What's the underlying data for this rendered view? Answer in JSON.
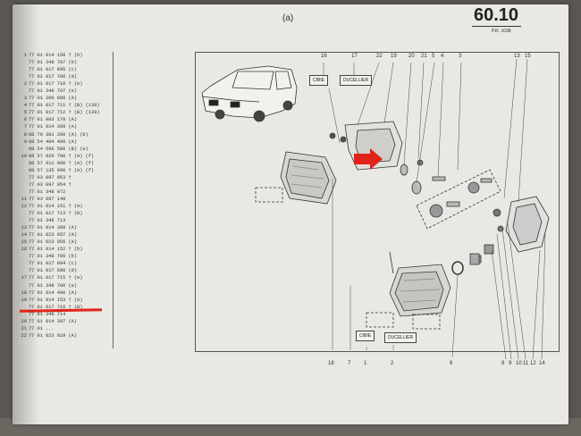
{
  "page": {
    "figure_label": "(a)",
    "section_number": "60.10",
    "section_sub": "P.R. 1038"
  },
  "parts_list": [
    {
      "n": "1",
      "text": "77 01 014 150 † (b)"
    },
    {
      "n": "",
      "text": "77 01 348 707 (b)"
    },
    {
      "n": "",
      "text": "77 01 017 895 (c)"
    },
    {
      "n": "",
      "text": "77 01 017 700 (d)"
    },
    {
      "n": "2",
      "text": "77 01 017 710 † (e)"
    },
    {
      "n": "",
      "text": "77 01 348 707 (e)"
    },
    {
      "n": "3",
      "text": "77 01 200 886 (A)"
    },
    {
      "n": "4",
      "text": "77 01 017 711 † (B) (139)"
    },
    {
      "n": "5",
      "text": "77 01 017 712 † (B) (139)"
    },
    {
      "n": "6",
      "text": "77 01 003 178 (A)"
    },
    {
      "n": "7",
      "text": "77 01 014 399 (A)"
    },
    {
      "n": "8",
      "text": "08 70 381 200 (A) (b)"
    },
    {
      "n": "9",
      "text": "08 54 484 400 (A)"
    },
    {
      "n": "",
      "text": "08 54 596 500 (B) (e)"
    },
    {
      "n": "10",
      "text": "08 57 020 700 † (A) (f)"
    },
    {
      "n": "",
      "text": "08 57 011 000 † (A) (f)"
    },
    {
      "n": "",
      "text": "08 57 135 000 † (A) (f)"
    },
    {
      "n": "",
      "text": "77 03 097 053 †"
    },
    {
      "n": "",
      "text": "77 03 097 054 †"
    },
    {
      "n": "",
      "text": "77 01 348 872"
    },
    {
      "n": "11",
      "text": "77 03 097 148"
    },
    {
      "n": "12",
      "text": "77 01 014 151 † (A)"
    },
    {
      "n": "",
      "text": "77 01 017 713 † (B)"
    },
    {
      "n": "",
      "text": "77 01 348 713"
    },
    {
      "n": "13",
      "text": "77 01 014 398 (A)"
    },
    {
      "n": "14",
      "text": "77 01 023 957 (A)"
    },
    {
      "n": "15",
      "text": "77 01 023 956 (A)"
    },
    {
      "n": "16",
      "text": "77 01 014 152 † (b)"
    },
    {
      "n": "",
      "text": "77 01 348 706 (b)"
    },
    {
      "n": "",
      "text": "77 01 017 894 (c)"
    },
    {
      "n": "",
      "text": "77 01 017 690 (d)"
    },
    {
      "n": "17",
      "text": "77 01 017 715 † (e)"
    },
    {
      "n": "",
      "text": "77 01 348 706 (e)"
    },
    {
      "n": "18",
      "text": "77 01 014 400 (A)"
    },
    {
      "n": "19",
      "text": "77 01 014 153 † (A)"
    },
    {
      "n": "",
      "text": "77 01 017 716 † (B)"
    },
    {
      "n": "",
      "text": "77 01 348 714"
    },
    {
      "n": "20",
      "text": "77 01 014 397 (A)"
    },
    {
      "n": "21",
      "text": "77 01 ..."
    },
    {
      "n": "22",
      "text": "77 01 023 929 (A)"
    }
  ],
  "diagram": {
    "boxes": {
      "cibie_top": "CIBIE",
      "ducellier_top": "DUCELLIER",
      "cibie_bottom": "CIBIE",
      "ducellier_bottom": "DUCELLIER"
    },
    "top_refs": [
      "16",
      "17",
      "22",
      "19",
      "20",
      "21",
      "5",
      "4",
      "3",
      "13",
      "15"
    ],
    "bottom_refs": [
      "18",
      "7",
      "1",
      "2",
      "6",
      "8",
      "9",
      "10",
      "11",
      "12",
      "14"
    ]
  },
  "colors": {
    "highlight": "#e2231a",
    "paper": "#e9e8e2"
  }
}
